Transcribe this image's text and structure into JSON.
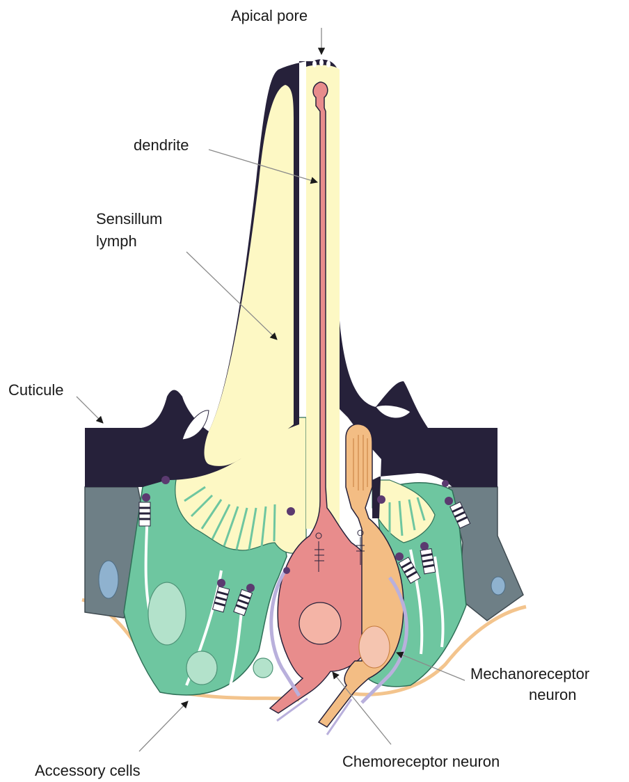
{
  "labels": {
    "apical_pore": "Apical pore",
    "dendrite": "dendrite",
    "sensillum_lymph_line1": "Sensillum",
    "sensillum_lymph_line2": "lymph",
    "cuticule": "Cuticule",
    "mechanoreceptor_line1": "Mechanoreceptor",
    "mechanoreceptor_line2": "neuron",
    "chemoreceptor": "Chemoreceptor neuron",
    "accessory_cells": "Accessory cells"
  },
  "colors": {
    "cuticle": "#26213a",
    "lymph": "#fdf8c4",
    "accessory": "#6ec6a0",
    "epidermis": "#6e7f86",
    "chemoreceptor": "#e88c8c",
    "mechanoreceptor": "#f3bd84",
    "membrane": "#b9b0dc",
    "basement": "#f3c48d",
    "junction": "#5b3a70"
  }
}
